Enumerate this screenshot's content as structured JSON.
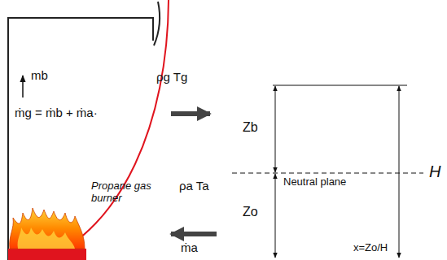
{
  "diagram": {
    "labels": [
      "ρg Tg",
      "ṁg = ṁb + ṁa·",
      "mb",
      "Propane gas burner",
      "ρa Ta",
      "ṁa",
      "Zb",
      "Neutral plane",
      "H",
      "Zo",
      "x=Zo/H"
    ]
  }
}
